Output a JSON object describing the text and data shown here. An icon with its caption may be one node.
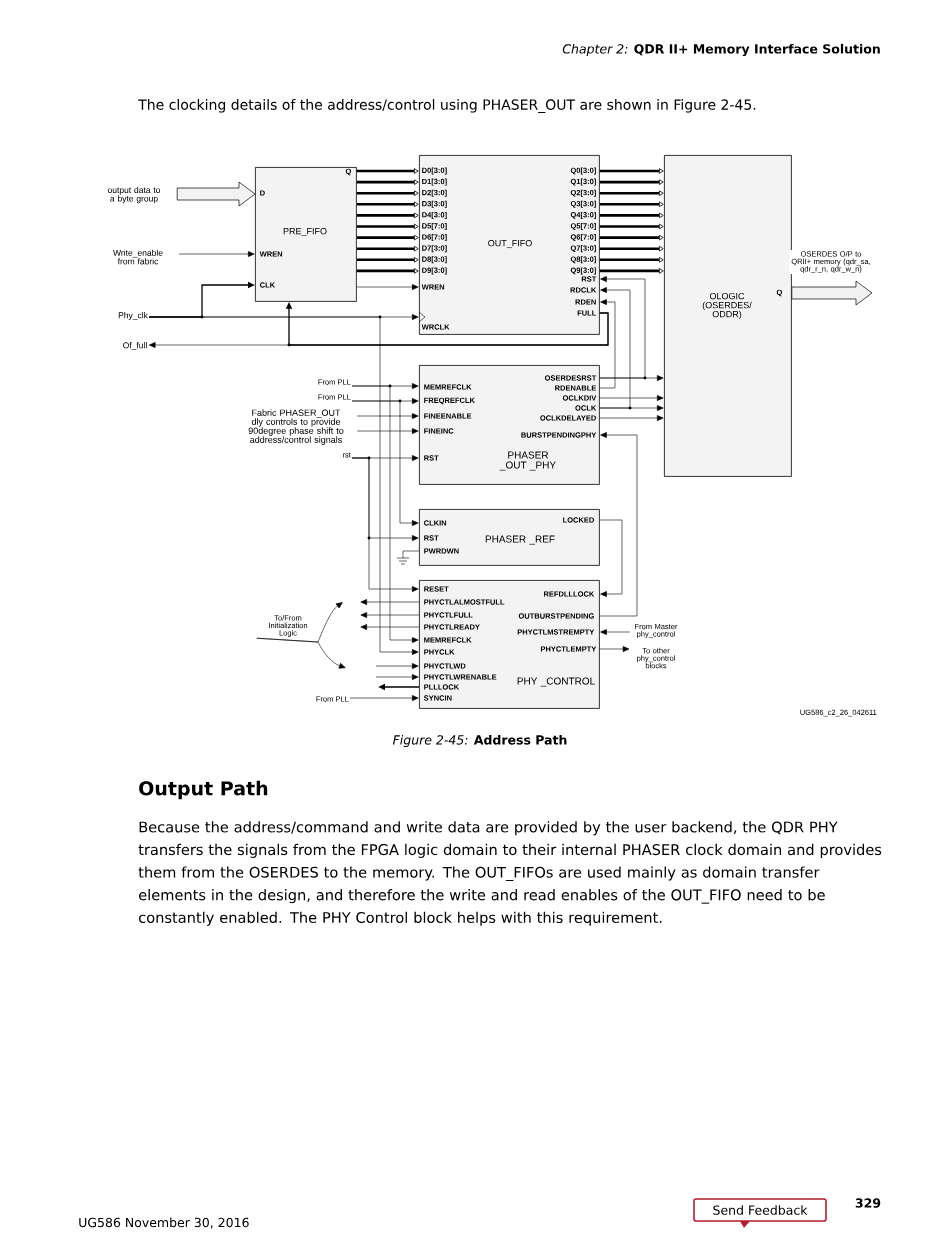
{
  "diagram": {
    "caption": "*Figure 2-45:* **Address Path**",
    "nodes": [
      {
        "text": [
          "output data to a byte group"
        ]
      },
      {
        "text": [
          "PRE_FIFO",
          "Q",
          "D",
          "WREN",
          "CLK"
        ]
      },
      {
        "text": [
          "Write_enable from fabric"
        ]
      },
      {
        "text": [
          "Phy_clk"
        ]
      },
      {
        "text": [
          "Of_full"
        ]
      },
      {
        "text": [
          "OUT_FIFO",
          "D0[3:0]",
          "D1[3:0]",
          "D2[3:0]",
          "D3[3:0]",
          "D4[3:0]",
          "D5[7:0]",
          "D6[7:0]",
          "D7[3:0]",
          "D8[3:0]",
          "D9[3:0]",
          "WREN",
          "WRCLK",
          "Q0[3:0]",
          "Q1[3:0]",
          "Q2[3:0]",
          "Q3[3:0]",
          "Q4[3:0]",
          "Q5[7:0]",
          "Q6[7:0]",
          "Q7[3:0]",
          "Q8[3:0]",
          "Q9[3:0]",
          "RST",
          "RDCLK",
          "RDEN",
          "FULL"
        ]
      },
      {
        "text": [
          "OLOGIC (OSERDES/ ODDR)",
          "Q"
        ]
      },
      {
        "text": [
          "From PLL"
        ]
      },
      {
        "text": [
          "From PLL"
        ]
      },
      {
        "text": [
          "Fabric PHASER_OUT dly controls to provide 90degree phase shift to address/control signals"
        ]
      },
      {
        "text": [
          "rst"
        ]
      },
      {
        "text": [
          "PHASER _OUT _PHY",
          "MEMREFCLK",
          "FREQREFCLK",
          "FINEENABLE",
          "FINEINC",
          "RST",
          "OSERDESRST",
          "RDENABLE",
          "OCLKDIV",
          "OCLK",
          "OCLKDELAYED",
          "BURSTPENDINGPHY"
        ]
      },
      {
        "text": [
          "PHASER _REF",
          "CLKIN",
          "RST",
          "PWRDWN",
          "LOCKED"
        ]
      },
      {
        "text": [],
        "shape": "ground"
      },
      {
        "text": [
          "PHY _CONTROL",
          "RESET",
          "PHYCTLALMOSTFULL",
          "PHYCTLFULL",
          "PHYCTLREADY",
          "MEMREFCLK",
          "PHYCLK",
          "PHYCTLWD",
          "PHYCTLWRENABLE",
          "PLLLOCK",
          "SYNCIN",
          "REFDLLLOCK",
          "OUTBURSTPENDING",
          "PHYCTLMSTREMPTY",
          "PHYCTLEMPTY"
        ]
      },
      {
        "text": [
          "To/From Initialization Logic"
        ]
      },
      {
        "text": [
          "From Master phy_control"
        ]
      },
      {
        "text": [
          "To other phy_control blocks"
        ]
      },
      {
        "text": [
          "From PLL"
        ]
      }
    ],
    "edges": [
      {
        "from": 0,
        "to": 1,
        "arrow": "to",
        "style": "thick"
      },
      {
        "from": 1,
        "to": 5,
        "arrow": "to",
        "style": "thick"
      },
      {
        "from": 1,
        "to": 5,
        "arrow": "to",
        "style": "thick"
      },
      {
        "from": 1,
        "to": 5,
        "arrow": "to",
        "style": "thick"
      },
      {
        "from": 1,
        "to": 5,
        "arrow": "to",
        "style": "thick"
      },
      {
        "from": 1,
        "to": 5,
        "arrow": "to",
        "style": "thick"
      },
      {
        "from": 1,
        "to": 5,
        "arrow": "to",
        "style": "thick"
      },
      {
        "from": 1,
        "to": 5,
        "arrow": "to",
        "style": "thick"
      },
      {
        "from": 1,
        "to": 5,
        "arrow": "to",
        "style": "thick"
      },
      {
        "from": 1,
        "to": 5,
        "arrow": "to",
        "style": "thick"
      },
      {
        "from": 1,
        "to": 5,
        "arrow": "to",
        "style": "thick"
      },
      {
        "from": 1,
        "to": 5,
        "arrow": "to"
      },
      {
        "from": 2,
        "to": 1,
        "arrow": "to"
      },
      {
        "from": 3,
        "to": 1,
        "arrow": "to"
      },
      {
        "from": 3,
        "to": 5,
        "arrow": "to"
      },
      {
        "from": 3,
        "to": 14,
        "arrow": "to"
      },
      {
        "from": 5,
        "to": 4,
        "arrow": "to"
      },
      {
        "from": 5,
        "to": 1,
        "arrow": "to"
      },
      {
        "from": 5,
        "to": 6,
        "arrow": "to",
        "style": "thick"
      },
      {
        "from": 5,
        "to": 6,
        "arrow": "to",
        "style": "thick"
      },
      {
        "from": 5,
        "to": 6,
        "arrow": "to",
        "style": "thick"
      },
      {
        "from": 5,
        "to": 6,
        "arrow": "to",
        "style": "thick"
      },
      {
        "from": 5,
        "to": 6,
        "arrow": "to",
        "style": "thick"
      },
      {
        "from": 5,
        "to": 6,
        "arrow": "to",
        "style": "thick"
      },
      {
        "from": 5,
        "to": 6,
        "arrow": "to",
        "style": "thick"
      },
      {
        "from": 5,
        "to": 6,
        "arrow": "to",
        "style": "thick"
      },
      {
        "from": 5,
        "to": 6,
        "arrow": "to",
        "style": "thick"
      },
      {
        "from": 5,
        "to": 6,
        "arrow": "to",
        "style": "thick"
      },
      {
        "from": 6,
        "to": null,
        "arrow": "to",
        "style": "thick",
        "label": "OSERDES O/P to QRII+ memory (qdr_sa, qdr_r_n, qdr_w_n)"
      },
      {
        "from": 7,
        "to": 11,
        "arrow": "to"
      },
      {
        "from": 7,
        "to": 14,
        "arrow": "to"
      },
      {
        "from": 8,
        "to": 11,
        "arrow": "to"
      },
      {
        "from": 8,
        "to": 12,
        "arrow": "to"
      },
      {
        "from": 9,
        "to": 11,
        "arrow": "to"
      },
      {
        "from": 9,
        "to": 11,
        "arrow": "to"
      },
      {
        "from": 10,
        "to": 11,
        "arrow": "to"
      },
      {
        "from": 10,
        "to": 12,
        "arrow": "to"
      },
      {
        "from": 10,
        "to": 14,
        "arrow": "to"
      },
      {
        "from": 11,
        "to": 6,
        "arrow": "to"
      },
      {
        "from": 11,
        "to": 5,
        "arrow": "to"
      },
      {
        "from": 11,
        "to": 5,
        "arrow": "to"
      },
      {
        "from": 11,
        "to": 6,
        "arrow": "to"
      },
      {
        "from": 11,
        "to": 6,
        "arrow": "to"
      },
      {
        "from": 11,
        "to": 5,
        "arrow": "to"
      },
      {
        "from": 11,
        "to": 6,
        "arrow": "to"
      },
      {
        "from": 12,
        "to": 13,
        "arrow": "none"
      },
      {
        "from": 12,
        "to": 14,
        "arrow": "to"
      },
      {
        "from": 14,
        "to": 11,
        "arrow": "to"
      },
      {
        "from": 14,
        "to": null,
        "arrow": "to"
      },
      {
        "from": 14,
        "to": null,
        "arrow": "to"
      },
      {
        "from": 14,
        "to": null,
        "arrow": "to"
      },
      {
        "from": null,
        "to": 14,
        "arrow": "to"
      },
      {
        "from": null,
        "to": 14,
        "arrow": "to"
      },
      {
        "from": 14,
        "to": null,
        "arrow": "to"
      },
      {
        "from": 15,
        "to": null,
        "arrow": "to"
      },
      {
        "from": 15,
        "to": null,
        "arrow": "to"
      },
      {
        "from": 16,
        "to": 14,
        "arrow": "to"
      },
      {
        "from": 14,
        "to": 17,
        "arrow": "to"
      },
      {
        "from": 18,
        "to": 14,
        "arrow": "to"
      }
    ],
    "labels": [
      "*Chapter 2:*  **QDR II+ Memory Interface Solution**",
      "The clocking details of the address/control using PHASER_OUT are shown in Figure 2-45.",
      "UG586_c2_26_042611",
      "Output Path",
      "Because the address/command and write data are provided by the user backend, the QDR PHY transfers the signals from the FPGA logic domain to their internal PHASER clock domain and provides them from the OSERDES to the memory. The OUT_FIFOs are used mainly as domain transfer elements in the design, and therefore the write and read enables of the OUT_FIFO need to be constantly enabled. The PHY Control block helps with this requirement.",
      "UG586 November 30, 2016",
      "Send Feedback",
      "329"
    ]
  }
}
